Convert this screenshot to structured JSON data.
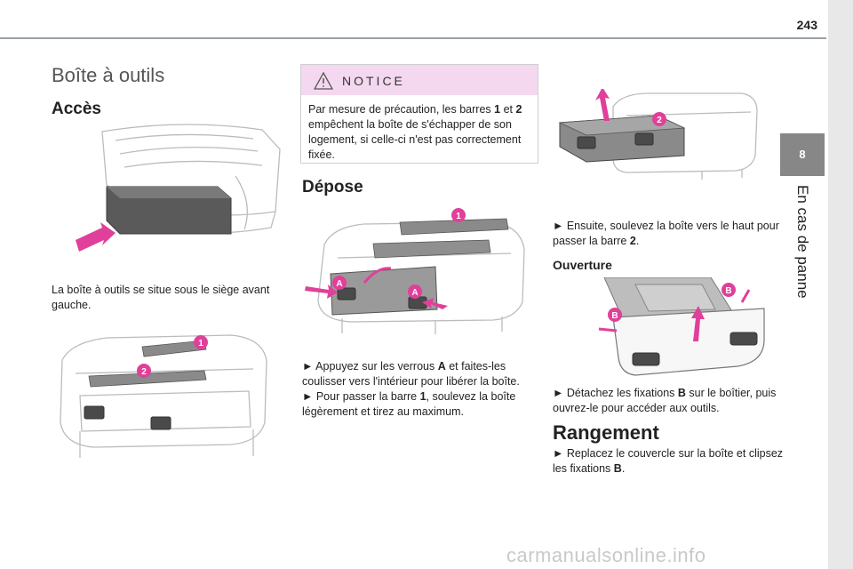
{
  "page": {
    "number": "243"
  },
  "side_tab": {
    "chapter_number": "8",
    "chapter_title": "En cas de panne"
  },
  "section": {
    "title": "Boîte à outils",
    "acces": {
      "heading": "Accès",
      "text": "La boîte à outils se situe sous le siège avant gauche."
    },
    "figure_badges": {
      "one": "1",
      "two": "2",
      "a": "A",
      "b": "B"
    }
  },
  "notice": {
    "title": "NOTICE",
    "icon": "warning-triangle-icon",
    "text_parts": [
      "Par mesure de précaution, les barres ",
      "1",
      " et ",
      "2",
      " empêchent la boîte de s'échapper de son logement, si celle-ci n'est pas correctement fixée."
    ]
  },
  "depose": {
    "heading": "Dépose",
    "step1_parts": [
      "► Appuyez sur les verrous ",
      "A",
      " et faites-les coulisser vers l'intérieur pour libérer la boîte."
    ],
    "step2_parts": [
      "► Pour passer la barre ",
      "1",
      ", soulevez la boîte légèrement et tirez au maximum."
    ],
    "step3_parts": [
      "► Ensuite, soulevez la boîte vers le haut pour passer la barre ",
      "2",
      "."
    ]
  },
  "ouverture": {
    "heading": "Ouverture",
    "step_parts": [
      "► Détachez les fixations ",
      "B",
      " sur le boîtier, puis ouvrez-le pour accéder aux outils."
    ]
  },
  "rangement": {
    "heading": "Rangement",
    "step_parts": [
      "► Replacez le couvercle sur la boîte et clipsez les fixations ",
      "B",
      "."
    ]
  },
  "footer": {
    "watermark": "carmanualsonline.info"
  },
  "colors": {
    "badge": "#e0409a",
    "notice_header": "#f4d8ef",
    "chapter_box": "#878787",
    "side_tab": "#e8e8e8"
  }
}
